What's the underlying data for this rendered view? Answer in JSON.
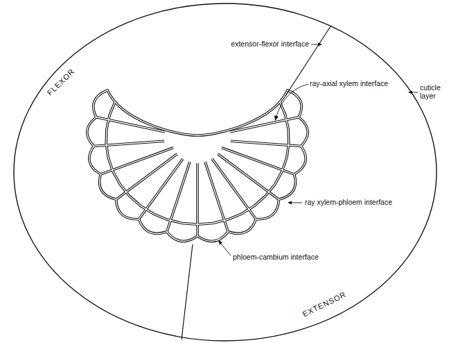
{
  "diagram": {
    "labels": [
      "FLEXOR",
      "extensor-flexor interface",
      "ray-axial xylem interface",
      "cuticle layer",
      "ray xylem-phloem interface",
      "phloem-cambium interface",
      "EXTENSOR"
    ]
  }
}
